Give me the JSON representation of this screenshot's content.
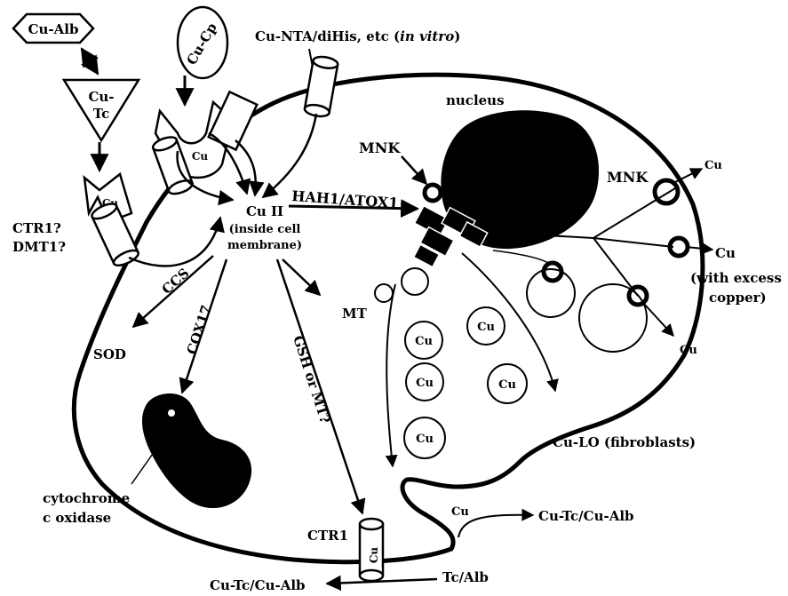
{
  "labels": {
    "cu_alb": "Cu-Alb",
    "cu_tc_line1": "Cu-",
    "cu_tc_line2": "Tc",
    "cu_cp": "Cu-Cp",
    "cu_nta_prefix": "Cu-NTA/diHis, etc (",
    "cu_nta_italic": "in vitro",
    "cu_nta_suffix": ")",
    "nucleus": "nucleus",
    "mnk_left": "MNK",
    "mnk_right": "MNK",
    "cu_top_right": "Cu",
    "cu_mid_right": "Cu",
    "with_excess_line1": "(with excess",
    "with_excess_line2": "copper)",
    "cu_low_right": "Cu",
    "cu_transporter": "Cu",
    "cu_ctr1": "Cu",
    "cu_ii_line1": "Cu II",
    "cu_ii_line2": "(inside cell",
    "cu_ii_line3": "membrane)",
    "hah1_atox1": "HAH1/ATOX1",
    "ctr1_dmt1_line1": "CTR1?",
    "ctr1_dmt1_line2": "DMT1?",
    "ccs": "CCS",
    "sod": "SOD",
    "cox17": "COX17",
    "mt": "MT",
    "gsh_or_mt": "GSH or MT?",
    "vesicle_cu_1": "Cu",
    "vesicle_cu_2": "Cu",
    "vesicle_cu_3": "Cu",
    "vesicle_cu_4": "Cu",
    "vesicle_cu_5": "Cu",
    "cu_lo": "Cu-LO (fibroblasts)",
    "cytochrome_line1": "cytochrome",
    "cytochrome_line2": "c oxidase",
    "ctr1_bottom": "CTR1",
    "cu_secreted": "Cu",
    "cu_tc_cu_alb_right": "Cu-Tc/Cu-Alb",
    "cu_tc_cu_alb_bottom": "Cu-Tc/Cu-Alb",
    "tc_alb": "Tc/Alb"
  }
}
